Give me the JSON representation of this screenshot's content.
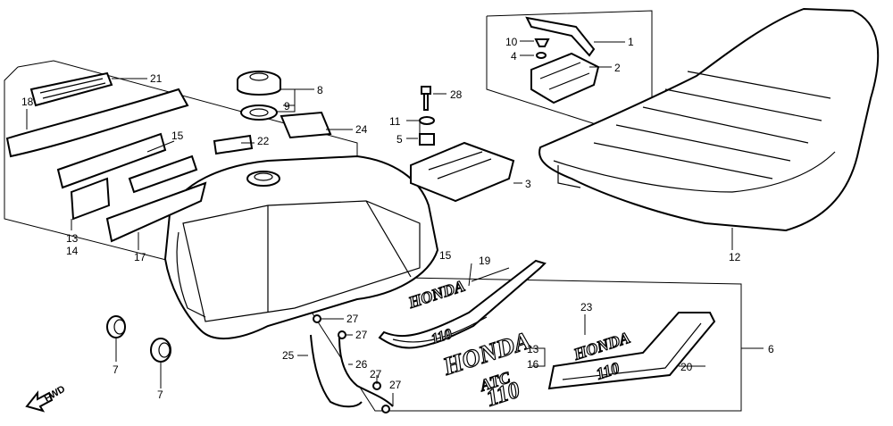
{
  "callouts": {
    "c1": "1",
    "c2": "2",
    "c3": "3",
    "c4": "4",
    "c5": "5",
    "c6": "6",
    "c7a": "7",
    "c7b": "7",
    "c8": "8",
    "c9": "9",
    "c10": "10",
    "c11": "11",
    "c12": "12",
    "c13a": "13",
    "c13b": "13",
    "c14": "14",
    "c15a": "15",
    "c15b": "15",
    "c16": "16",
    "c17": "17",
    "c18": "18",
    "c19": "19",
    "c20": "20",
    "c21": "21",
    "c22": "22",
    "c23": "23",
    "c24": "24",
    "c25": "25",
    "c26": "26",
    "c27a": "27",
    "c27b": "27",
    "c27c": "27",
    "c27d": "27",
    "c28": "28"
  },
  "emblems": {
    "honda_1": "HONDA",
    "model_1": "110",
    "honda_2": "HONDA",
    "atc": "ATC",
    "model_2": "110",
    "honda_3": "HONDA",
    "model_3": "110"
  },
  "direction": {
    "label": "FWD"
  }
}
